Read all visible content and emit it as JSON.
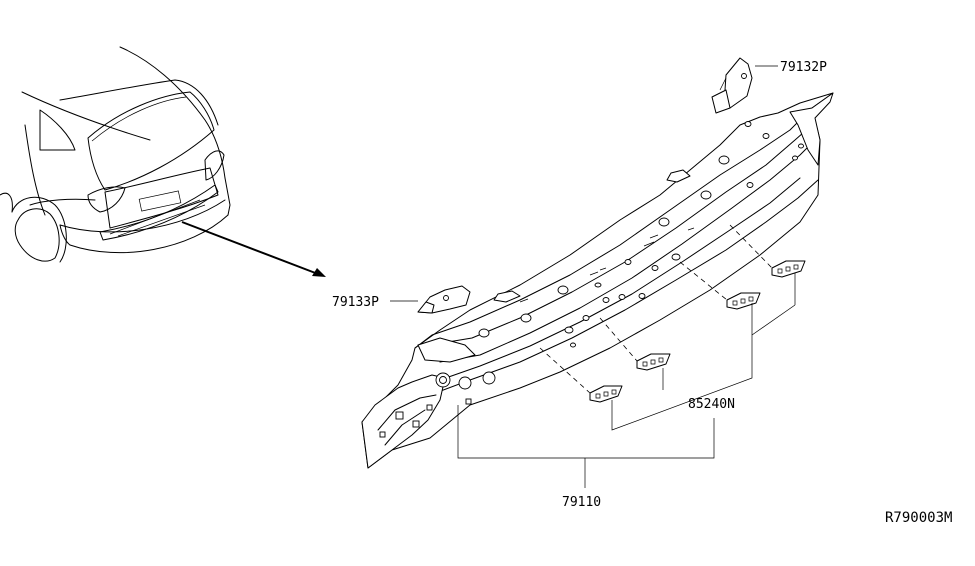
{
  "labels": {
    "part_79132p": "79132P",
    "part_79133p": "79133P",
    "part_85240n": "85240N",
    "part_79110": "79110",
    "diagram_code": "R790003M"
  }
}
